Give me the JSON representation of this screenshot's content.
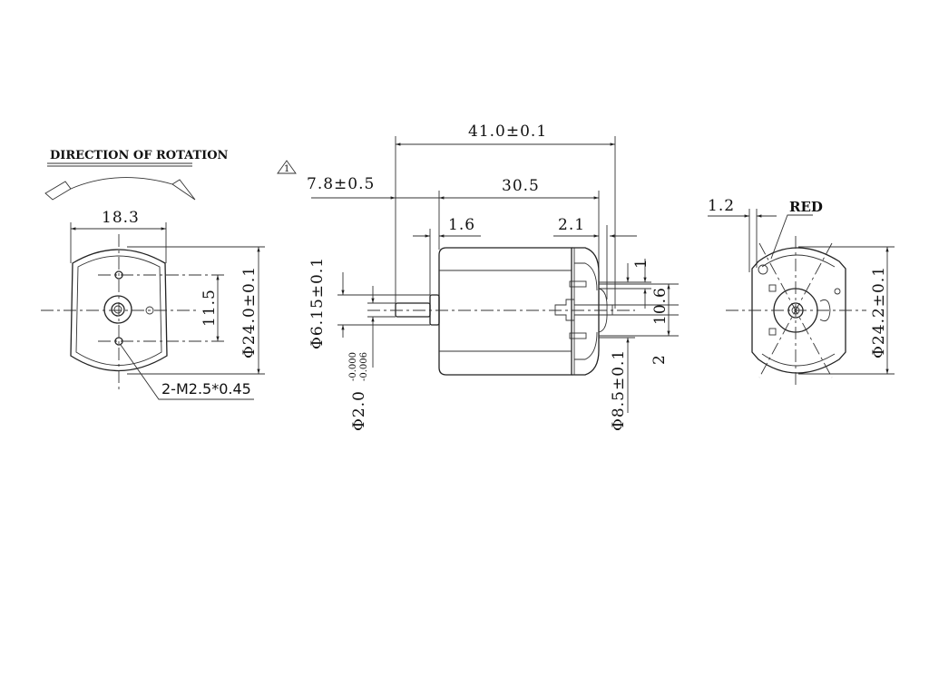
{
  "left_view": {
    "rotation_label": "DIRECTION OF ROTATION",
    "width_dim": "18.3",
    "hole_spacing_dim": "11.5",
    "diameter_dim": "Φ24.0±0.1",
    "thread_note": "2-M2.5*0.45"
  },
  "side_view": {
    "warning_symbol": "1",
    "overall_length": "41.0±0.1",
    "shaft_length": "7.8±0.5",
    "body_length": "30.5",
    "boss_length": "1.6",
    "rear_length": "2.1",
    "boss_diameter": "Φ6.15±0.1",
    "shaft_diameter": "Φ2.0",
    "shaft_tol_upper": "-0.000",
    "shaft_tol_lower": "-0.006",
    "rear_boss_diameter": "Φ8.5±0.1",
    "terminal_width": "1",
    "terminal_spacing": "10.6",
    "terminal_offset": "2"
  },
  "right_view": {
    "terminal_thickness": "1.2",
    "polarity_label": "RED",
    "diameter_dim": "Φ24.2±0.1"
  }
}
